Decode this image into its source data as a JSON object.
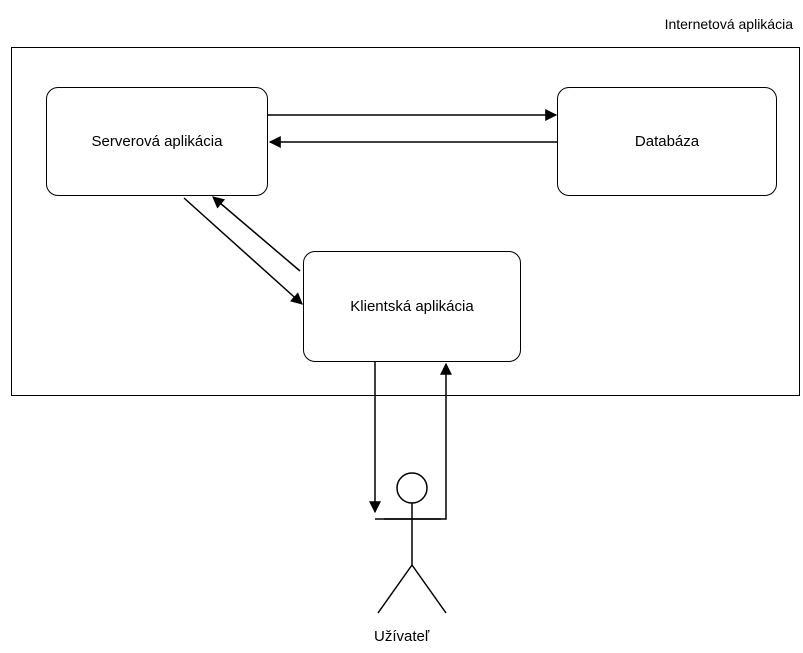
{
  "diagram": {
    "container_label": "Internetová aplikácia",
    "nodes": {
      "server": "Serverová aplikácia",
      "database": "Databáza",
      "client": "Klientská aplikácia"
    },
    "actor": {
      "label": "Užívateľ"
    },
    "edges": [
      {
        "from": "server",
        "to": "database"
      },
      {
        "from": "database",
        "to": "server"
      },
      {
        "from": "server",
        "to": "client"
      },
      {
        "from": "client",
        "to": "server"
      },
      {
        "from": "client",
        "to": "actor"
      },
      {
        "from": "actor",
        "to": "client"
      }
    ]
  }
}
